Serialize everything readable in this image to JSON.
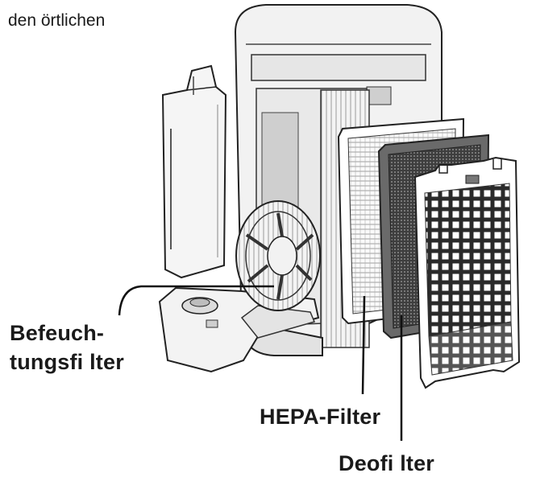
{
  "header_text": "den örtlichen",
  "labels": {
    "humidifier_line1": "Befeuch-",
    "humidifier_line2": "tungsfi lter",
    "hepa": "HEPA-Filter",
    "deodorizing": "Deofi lter"
  },
  "colors": {
    "line": "#222222",
    "body_fill": "#f3f3f3",
    "shade": "#d8d8d8",
    "dark_filter": "#4a4a4a"
  }
}
